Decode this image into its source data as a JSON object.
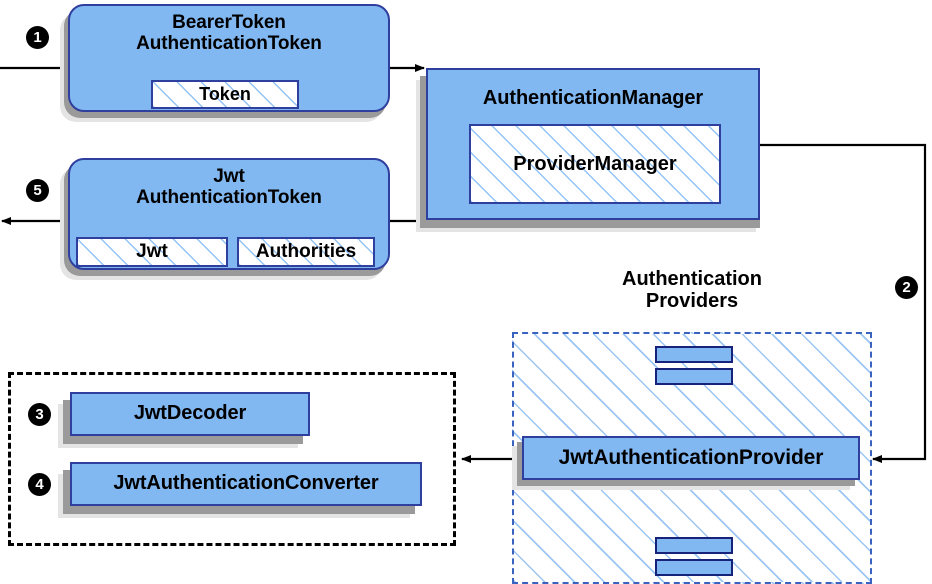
{
  "diagram": {
    "title": "Spring Security JWT Bearer Token Authentication Flow",
    "accent_blue": "#82b8f2",
    "border_blue": "#2f3f9e",
    "dashed_blue": "#3a63c0",
    "shadow_dark": "#9a9a9a",
    "shadow_light": "#e4e4e4",
    "background": "#ffffff"
  },
  "steps": [
    {
      "id": "step-1",
      "label": "❶",
      "number": "1"
    },
    {
      "id": "step-2",
      "label": "❷",
      "number": "2"
    },
    {
      "id": "step-3",
      "label": "❸",
      "number": "3"
    },
    {
      "id": "step-4",
      "label": "❹",
      "number": "4"
    },
    {
      "id": "step-5",
      "label": "❺",
      "number": "5"
    }
  ],
  "nodes": {
    "bearer_token": {
      "title_line1": "BearerToken",
      "title_line2": "AuthenticationToken",
      "inner": [
        {
          "label": "Token"
        }
      ]
    },
    "jwt_token": {
      "title_line1": "Jwt",
      "title_line2": "AuthenticationToken",
      "inner": [
        {
          "label": "Jwt"
        },
        {
          "label": "Authorities"
        }
      ]
    },
    "authentication_manager": {
      "title": "AuthenticationManager",
      "inner": [
        {
          "label": "ProviderManager"
        }
      ]
    },
    "jwt_authentication_provider": {
      "title": "JwtAuthenticationProvider"
    },
    "jwt_decoder": {
      "title": "JwtDecoder"
    },
    "jwt_authentication_converter": {
      "title": "JwtAuthenticationConverter"
    }
  },
  "regions": {
    "authentication_providers": {
      "label_line1": "Authentication",
      "label_line2": "Providers"
    },
    "jwt_support": {
      "label": ""
    }
  }
}
